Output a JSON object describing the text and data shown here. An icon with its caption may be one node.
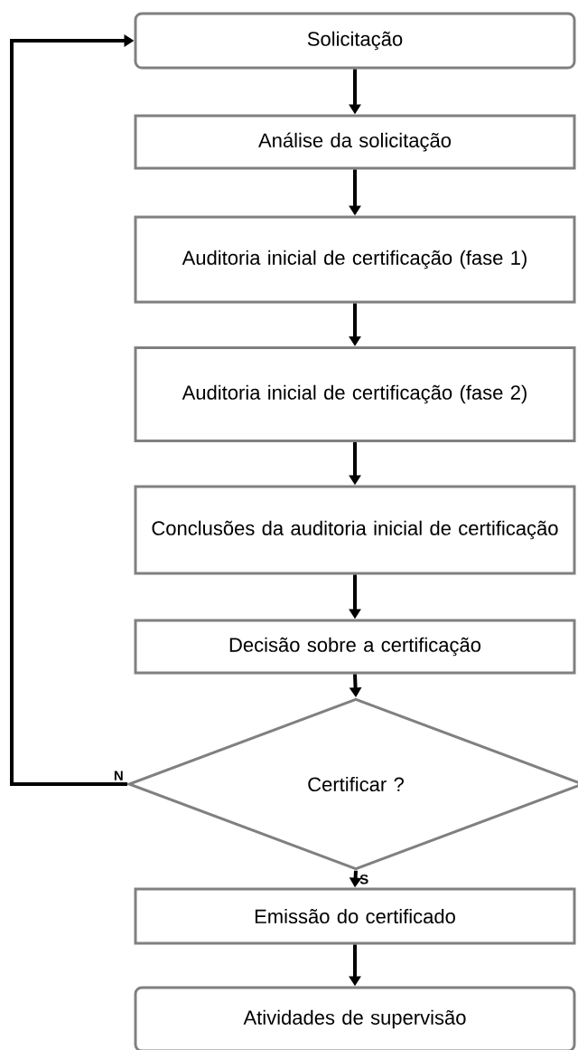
{
  "diagram": {
    "nodes": [
      {
        "text": [
          "Solicitação"
        ]
      },
      {
        "text": [
          "Análise da solicitação"
        ]
      },
      {
        "text": [
          "Auditoria inicial de certificação (fase 1)"
        ]
      },
      {
        "text": [
          "Auditoria inicial de certificação (fase 2)"
        ]
      },
      {
        "text": [
          "Conclusões da auditoria inicial de certificação"
        ]
      },
      {
        "text": [
          "Decisão sobre a certificação"
        ]
      },
      {
        "text": [
          "Certificar ?"
        ]
      },
      {
        "text": [
          "Emissão do certificado"
        ]
      },
      {
        "text": [
          "Atividades de supervisão"
        ]
      }
    ],
    "edges": [
      {
        "from": 0,
        "to": 1,
        "arrow": "to"
      },
      {
        "from": 1,
        "to": 2,
        "arrow": "to"
      },
      {
        "from": 2,
        "to": 3,
        "arrow": "to"
      },
      {
        "from": 3,
        "to": 4,
        "arrow": "to"
      },
      {
        "from": 4,
        "to": 5,
        "arrow": "to"
      },
      {
        "from": 5,
        "to": 6,
        "arrow": "to"
      },
      {
        "from": 6,
        "to": 0,
        "arrow": "to",
        "label": "N"
      },
      {
        "from": 6,
        "to": 7,
        "arrow": "to",
        "label": "S"
      },
      {
        "from": 7,
        "to": 8,
        "arrow": "to"
      }
    ]
  }
}
